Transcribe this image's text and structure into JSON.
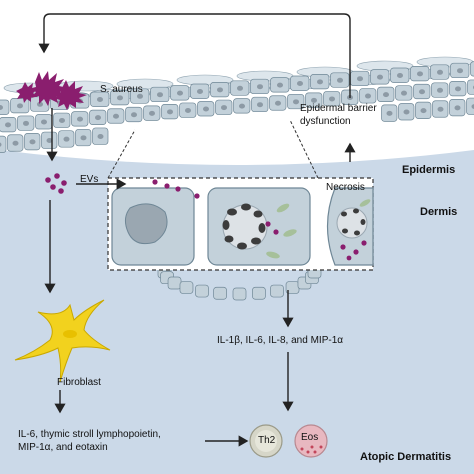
{
  "labels": {
    "s_aureus": "S. aureus",
    "barrier_1": "Epidermal barrier",
    "barrier_2": "dysfunction",
    "epidermis": "Epidermis",
    "evs": "EVs",
    "necrosis": "Necrosis",
    "dermis": "Dermis",
    "fibroblast": "Fibroblast",
    "cytokines": "IL-1β, IL-6, IL-8, and MIP-1α",
    "fibro_out_1": "IL-6, thymic stroll lymphopoietin,",
    "fibro_out_2": "MIP-1α, and eotaxin",
    "th2": "Th2",
    "eos": "Eos",
    "disease": "Atopic Dermatitis"
  },
  "colors": {
    "dermis": "#cbd9e8",
    "epidermis_cell": "#c3d1da",
    "cell_outline": "#6f8796",
    "bacteria": "#8a1e6e",
    "ev": "#8a1e6e",
    "fibroblast": "#f2d21e",
    "th2": "#d6d6c8",
    "eos": "#e8b8c0"
  }
}
